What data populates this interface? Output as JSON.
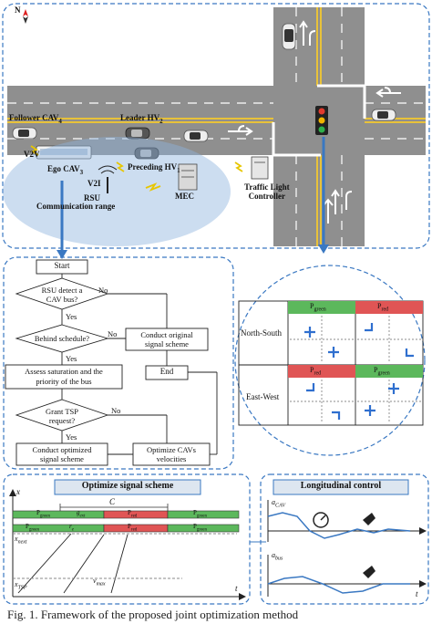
{
  "compass": "N",
  "scene": {
    "follower": "Follower CAV",
    "follower_sub": "4",
    "leader": "Leader HV",
    "leader_sub": "2",
    "v2v": "V2V",
    "ego": "Ego CAV",
    "ego_sub": "3",
    "v2i": "V2I",
    "preceding": "Preceding HV",
    "preceding_sub": "1",
    "rsu": "RSU",
    "comm_range": "Communication range",
    "mec": "MEC",
    "tlc1": "Traffic Light",
    "tlc2": "Controller"
  },
  "flowchart": {
    "start": "Start",
    "q1a": "RSU detect a",
    "q1b": "CAV bus?",
    "no1": "No",
    "yes1": "Yes",
    "q2": "Behind schedule?",
    "no2": "No",
    "yes2": "Yes",
    "assess1": "Assess saturation and the",
    "assess2": "priority of the bus",
    "q3a": "Grant TSP",
    "q3b": "request?",
    "no3": "No",
    "yes3": "Yes",
    "conduct_opt1": "Conduct optimized",
    "conduct_opt2": "signal scheme",
    "conduct_orig1": "Conduct original",
    "conduct_orig2": "signal scheme",
    "end": "End",
    "opt_cav1": "Optimize CAVs",
    "opt_cav2": "velocities"
  },
  "phases": {
    "ns": "North-South",
    "ew": "East-West",
    "p_green": "P",
    "p_green_sub": "green",
    "p_red": "P",
    "p_red_sub": "red",
    "colors": {
      "green": "#5cb85c",
      "red": "#e05555"
    }
  },
  "signal_panel": {
    "title": "Optimize signal scheme",
    "x_axis": "x",
    "t_axis": "t",
    "c_label": "C",
    "row1": {
      "green1": "P",
      "green1_sub": "green",
      "gext": "g",
      "gext_sub": "ext",
      "red": "P",
      "red_sub": "red",
      "green2": "P",
      "green2_sub": "green"
    },
    "row2": {
      "green1": "P",
      "green1_sub": "green",
      "r": "r",
      "r_sub": "e",
      "red": "P",
      "red_sub": "red",
      "green2": "P",
      "green2_sub": "green"
    },
    "x_next": "x",
    "x_next_sub": "next",
    "x_tsp": "x",
    "x_tsp_sub": "TSP",
    "vmax": "v",
    "vmax_sub": "max"
  },
  "long_panel": {
    "title": "Longitudinal control",
    "a_cav": "a",
    "a_cav_sub": "CAV",
    "a_bus": "a",
    "a_bus_sub": "bus",
    "t_axis": "t"
  },
  "caption": "Fig. 1. Framework of the proposed joint optimization method"
}
